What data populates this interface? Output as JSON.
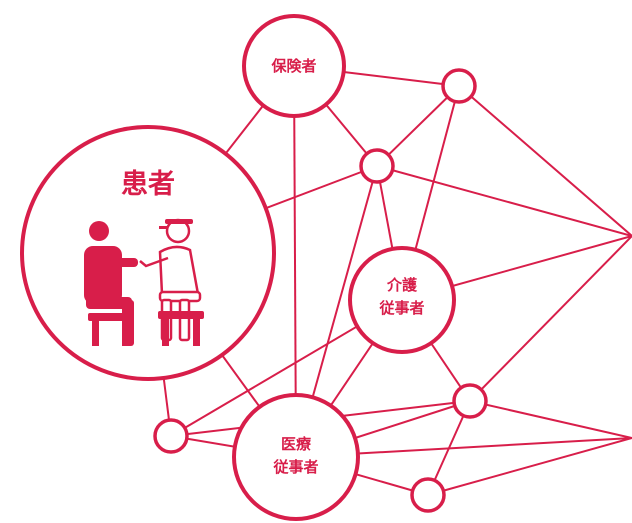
{
  "colors": {
    "accent": "#d81e4a",
    "background": "#ffffff",
    "patient_fill": "#d81e4a",
    "doctor_fill": "#ffffff"
  },
  "nodes": {
    "patient": {
      "label": "患者"
    },
    "insurer": {
      "label": "保険者"
    },
    "care_worker": {
      "line1": "介護",
      "line2": "従事者"
    },
    "medical_worker": {
      "line1": "医療",
      "line2": "従事者"
    }
  },
  "icons": {
    "patient_scene": "patient-examined-by-doctor-icon"
  }
}
